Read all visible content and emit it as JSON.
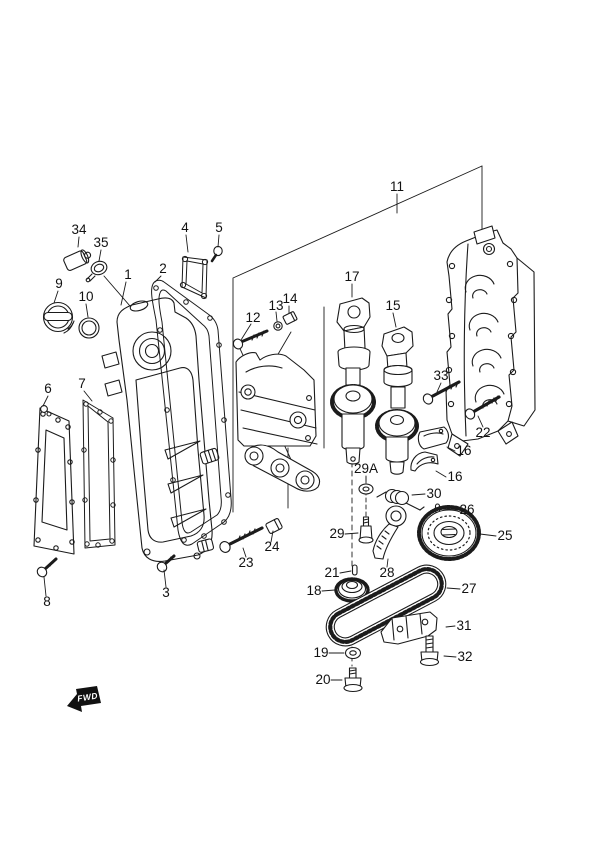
{
  "diagram": {
    "background": "#ffffff",
    "line_color": "#1b1b1b",
    "fwd_label": "FWD",
    "callouts": [
      {
        "label": "34"
      },
      {
        "label": "35"
      },
      {
        "label": "9"
      },
      {
        "label": "10"
      },
      {
        "label": "1"
      },
      {
        "label": "2"
      },
      {
        "label": "4"
      },
      {
        "label": "5"
      },
      {
        "label": "6"
      },
      {
        "label": "7"
      },
      {
        "label": "8"
      },
      {
        "label": "3"
      },
      {
        "label": "23"
      },
      {
        "label": "24"
      },
      {
        "label": "12"
      },
      {
        "label": "13"
      },
      {
        "label": "14"
      },
      {
        "label": "11"
      },
      {
        "label": "17"
      },
      {
        "label": "15"
      },
      {
        "label": "33"
      },
      {
        "label": "22"
      },
      {
        "label": "16"
      },
      {
        "label": "16"
      },
      {
        "label": "29A"
      },
      {
        "label": "30"
      },
      {
        "label": "26"
      },
      {
        "label": "25"
      },
      {
        "label": "29"
      },
      {
        "label": "28"
      },
      {
        "label": "21"
      },
      {
        "label": "18"
      },
      {
        "label": "27"
      },
      {
        "label": "31"
      },
      {
        "label": "32"
      },
      {
        "label": "19"
      },
      {
        "label": "20"
      }
    ]
  }
}
